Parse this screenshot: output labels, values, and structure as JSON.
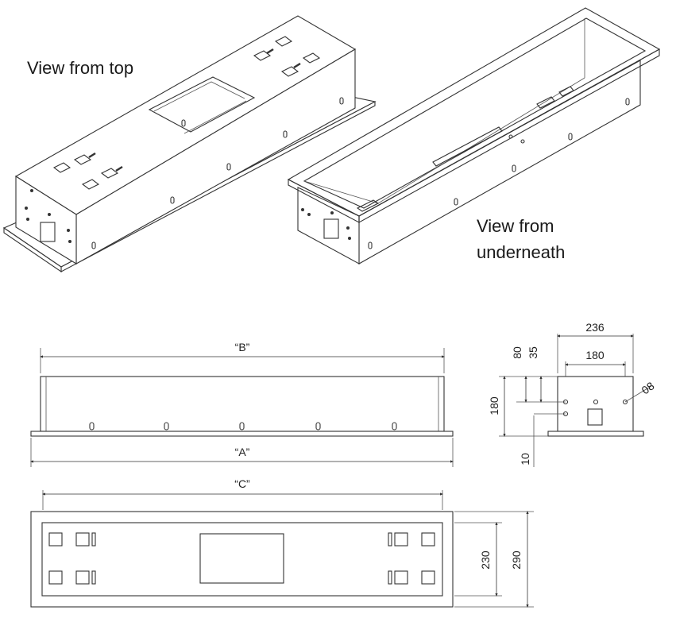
{
  "captions": {
    "top_view": "View from top",
    "under_view_line1": "View from",
    "under_view_line2": "underneath"
  },
  "dimensions": {
    "b": "“B”",
    "a": "“A”",
    "c": "“C”",
    "w236": "236",
    "w180": "180",
    "h80": "80",
    "h35": "35",
    "h180": "180",
    "h10": "10",
    "d08": "08",
    "h230": "230",
    "h290": "290"
  },
  "colors": {
    "line": "#333333",
    "background": "#ffffff"
  }
}
